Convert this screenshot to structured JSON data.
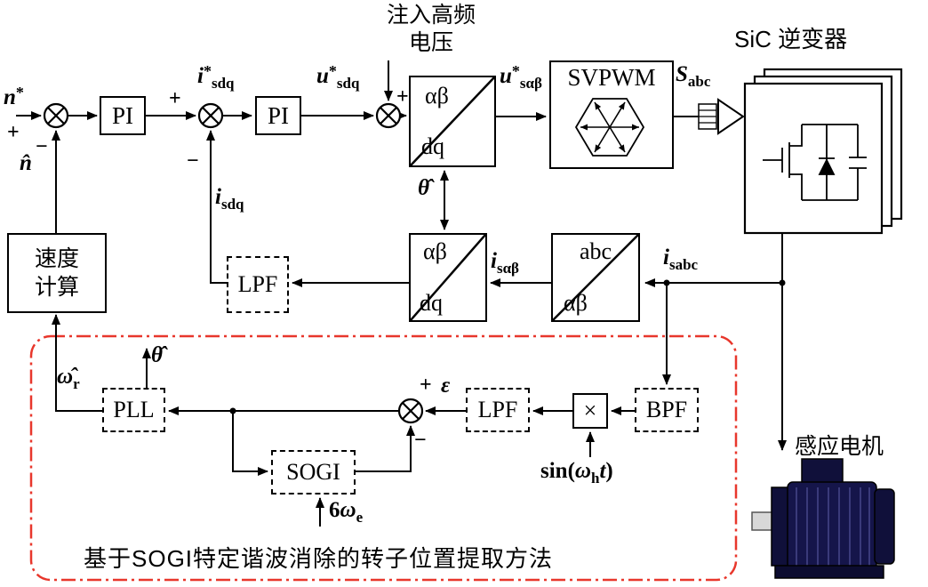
{
  "signs": {
    "plus": "+",
    "minus": "−"
  },
  "labels": {
    "n_ref_base": "n",
    "n_ref_sup": "*",
    "n_hat": "n̂",
    "i_sdq_ref_base": "i",
    "i_sdq_ref_sup": "*",
    "i_sdq_ref_sub": "sdq",
    "u_sdq_ref_base": "u",
    "u_sdq_ref_sup": "*",
    "u_sdq_ref_sub": "sdq",
    "u_sab_ref_base": "u",
    "u_sab_ref_sup": "*",
    "u_sab_ref_sub": "sαβ",
    "s_abc_base": "S",
    "s_abc_sub": "abc",
    "i_sabc_base": "i",
    "i_sabc_sub": "sabc",
    "i_sab_base": "i",
    "i_sab_sub": "sαβ",
    "i_sdq_base": "i",
    "i_sdq_sub": "sdq",
    "theta_hat": "θ̂",
    "omega_r_base": "ω̂",
    "omega_r_sub": "r",
    "epsilon": "ε",
    "six_omega_pre": "6",
    "six_omega_base": "ω",
    "six_omega_sub": "e",
    "sin_pre": "sin(",
    "sin_omega": "ω",
    "sin_sub": "h",
    "sin_t": "t",
    "sin_close": ")"
  },
  "blocks": {
    "pi": "PI",
    "lpf": "LPF",
    "pll": "PLL",
    "sogi": "SOGI",
    "bpf": "BPF",
    "svpwm": "SVPWM",
    "mult": "×",
    "ab": "αβ",
    "dq": "dq",
    "abc": "abc",
    "speed_line1": "速度",
    "speed_line2": "计算"
  },
  "texts": {
    "injection_line1": "注入高频",
    "injection_line2": "电压",
    "sic_inverter": "SiC 逆变器",
    "induction_motor": "感应电机",
    "caption": "基于SOGI特定谐波消除的转子位置提取方法"
  },
  "colors": {
    "highlight": "#e8372c",
    "line": "#000000"
  }
}
